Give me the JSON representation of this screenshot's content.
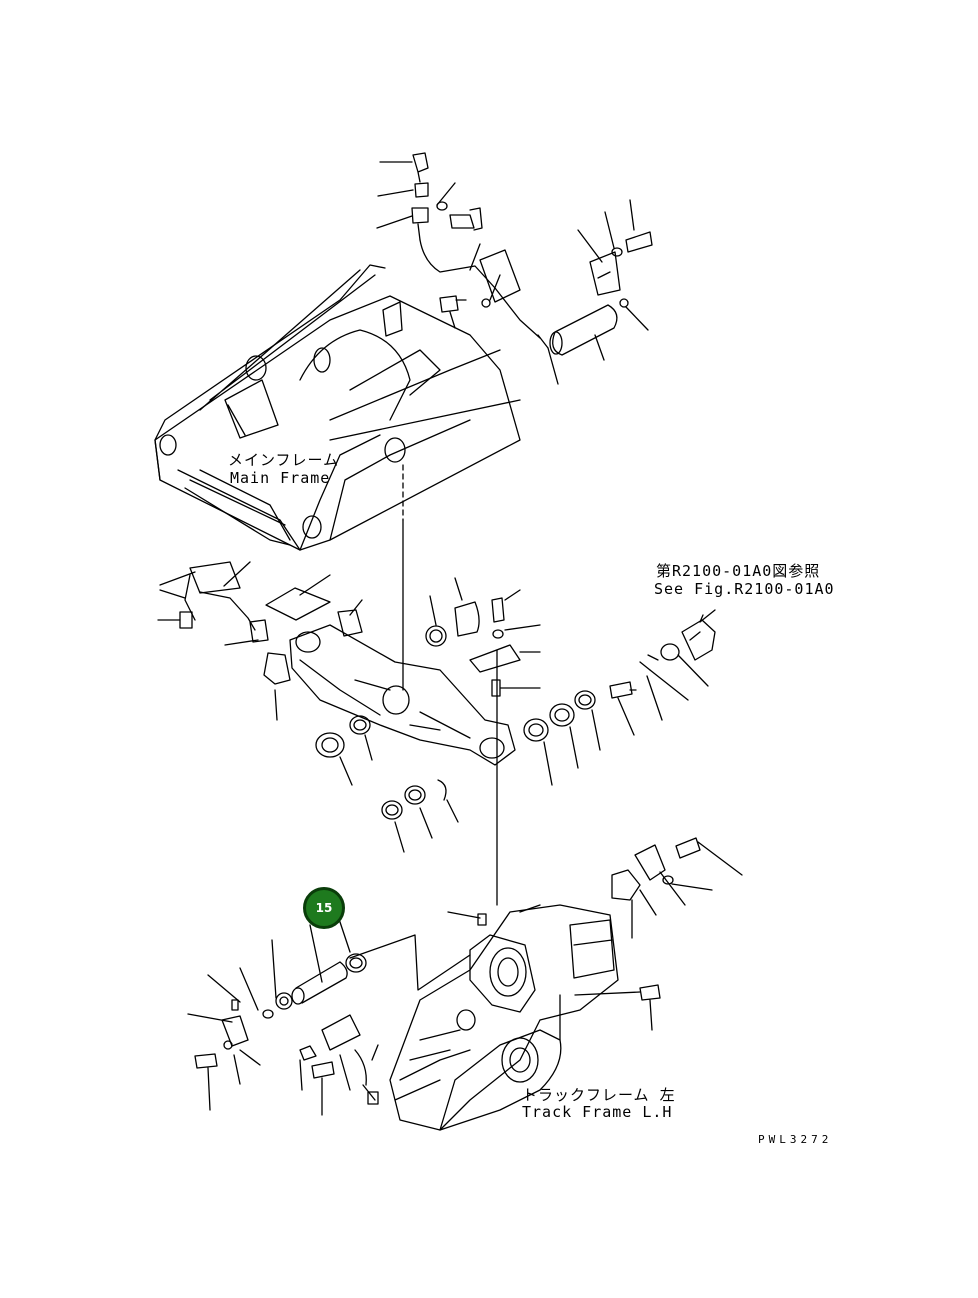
{
  "labels": {
    "main_frame_jp": "メインフレーム",
    "main_frame_en": "Main Frame",
    "ref_jp": "第R2100-01A0図参照",
    "ref_en": "See Fig.R2100-01A0",
    "track_frame_jp": "トラックフレーム 左",
    "track_frame_en": "Track Frame L.H",
    "drawing_code": "PWL3272"
  },
  "callouts": [
    {
      "number": "15"
    }
  ],
  "colors": {
    "ink": "#000000",
    "callout_fill": "#1e7a1e",
    "callout_border": "#0a3d0a"
  }
}
